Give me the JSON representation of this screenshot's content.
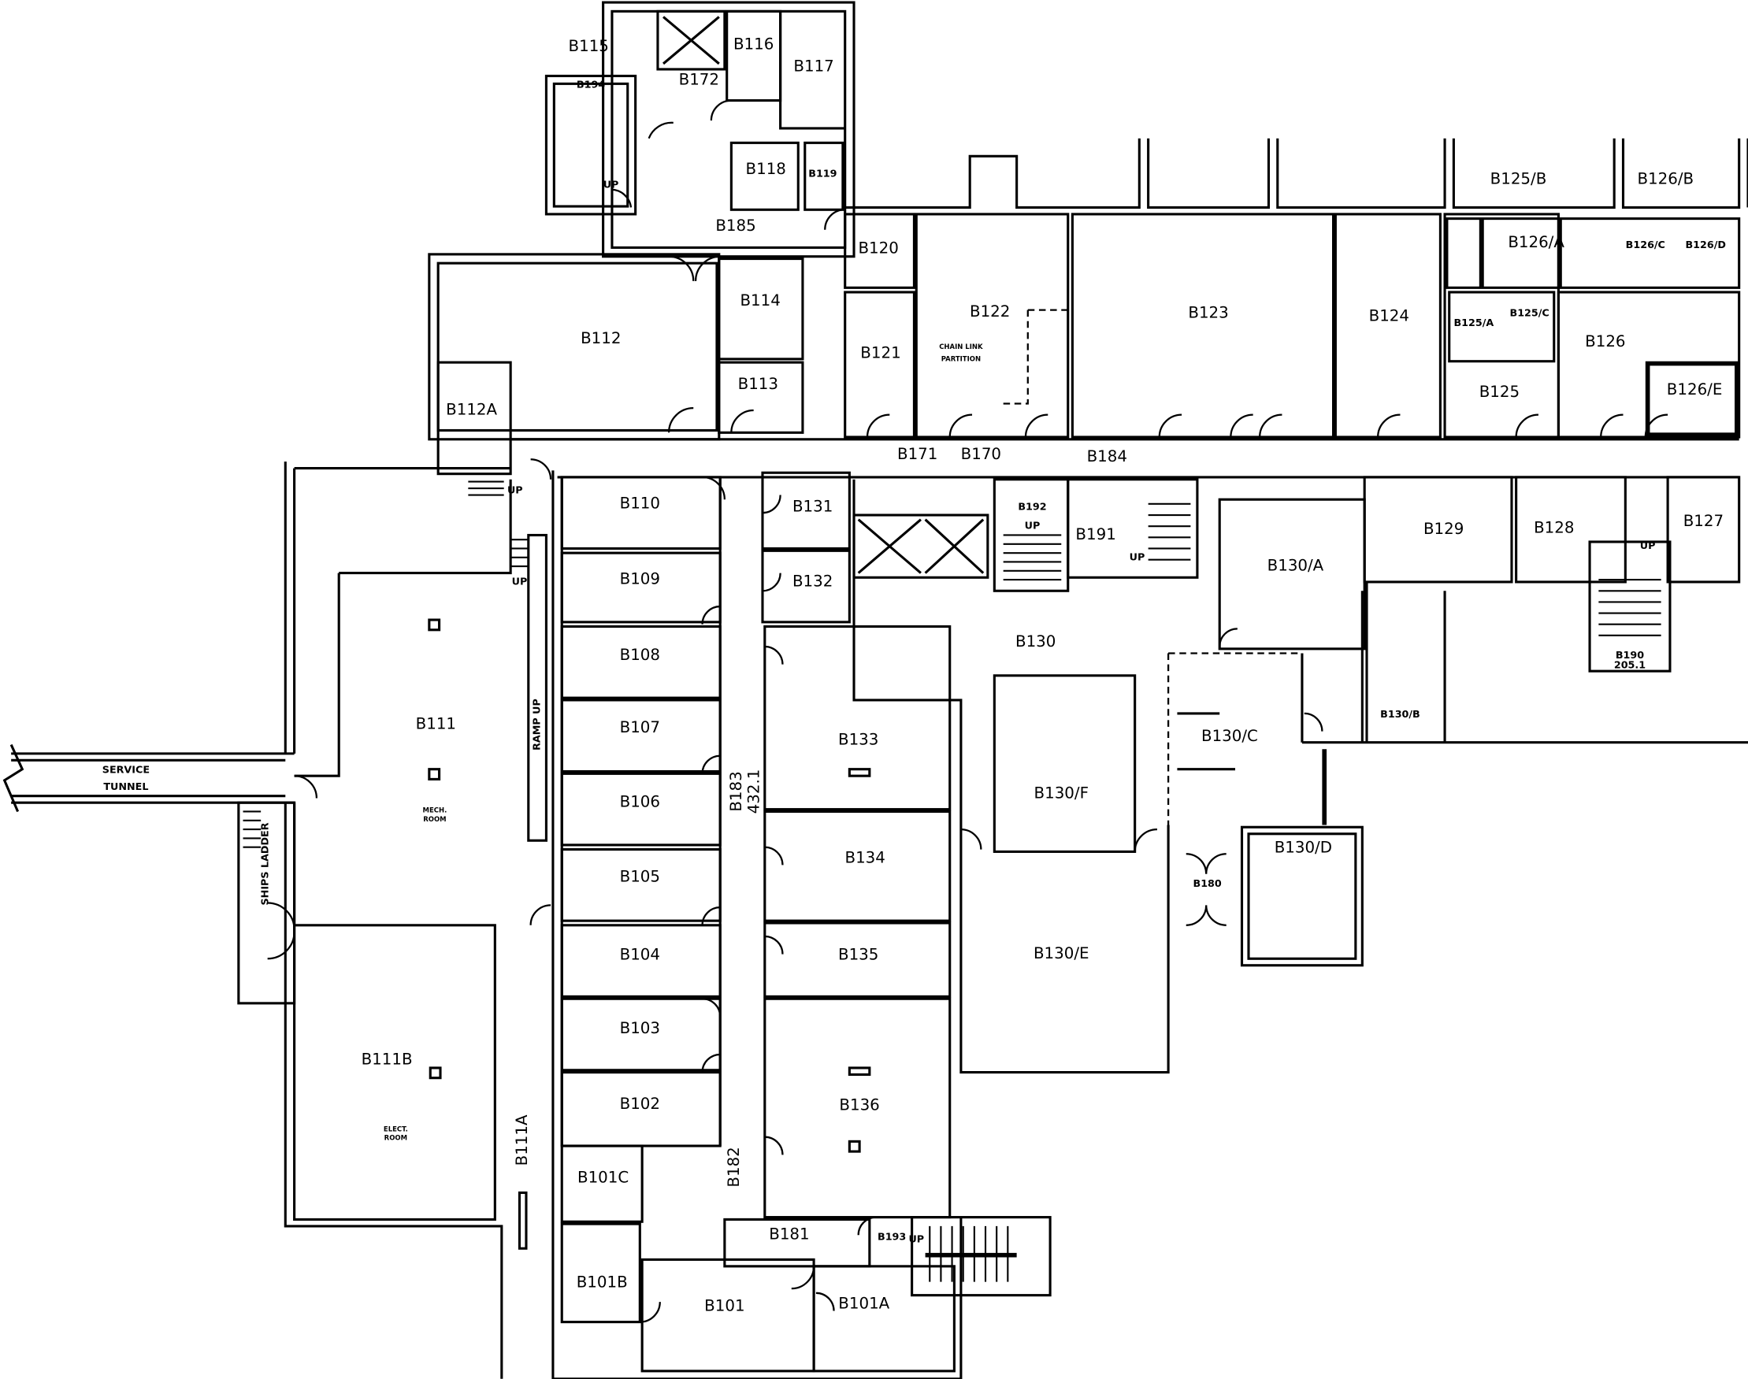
{
  "title": "Basement floor plan",
  "rooms": [
    "B115",
    "B172",
    "B116",
    "B117",
    "B194",
    "B118",
    "B119",
    "B185",
    "B120",
    "B112",
    "B114",
    "B113",
    "B112A",
    "B121",
    "B122",
    "B123",
    "B124",
    "B125/B",
    "B126/B",
    "B126/A",
    "B126/C",
    "B126/D",
    "B125/A",
    "B125/C",
    "B126",
    "B125",
    "B126/E",
    "B171",
    "B170",
    "B184",
    "B192",
    "B191",
    "B131",
    "B110",
    "B109",
    "B132",
    "B108",
    "B129",
    "B128",
    "B127",
    "B130/A",
    "B130",
    "B111",
    "B133",
    "B130/C",
    "B107",
    "B130/F",
    "B106",
    "B134",
    "B105",
    "B130/D",
    "B180",
    "B130/E",
    "B104",
    "B135",
    "B103",
    "B111B",
    "B136",
    "B102",
    "B101C",
    "B181",
    "B193",
    "B101B",
    "B101",
    "B101A",
    "B130/B"
  ],
  "vertical_labels": {
    "corridor": "B183",
    "corridor_area": "432.1",
    "b182": "B182",
    "b111a": "B111A",
    "ramp": "RAMP UP",
    "ladder": "SHIPS LADDER"
  },
  "notes": {
    "service_tunnel_1": "SERVICE",
    "service_tunnel_2": "TUNNEL",
    "chain_link_1": "CHAIN LINK",
    "chain_link_2": "PARTITION",
    "mech_1": "MECH.",
    "mech_2": "ROOM",
    "elect_1": "ELECT.",
    "elect_2": "ROOM",
    "b190_1": "B190",
    "b190_2": "205.1",
    "up": "UP"
  }
}
